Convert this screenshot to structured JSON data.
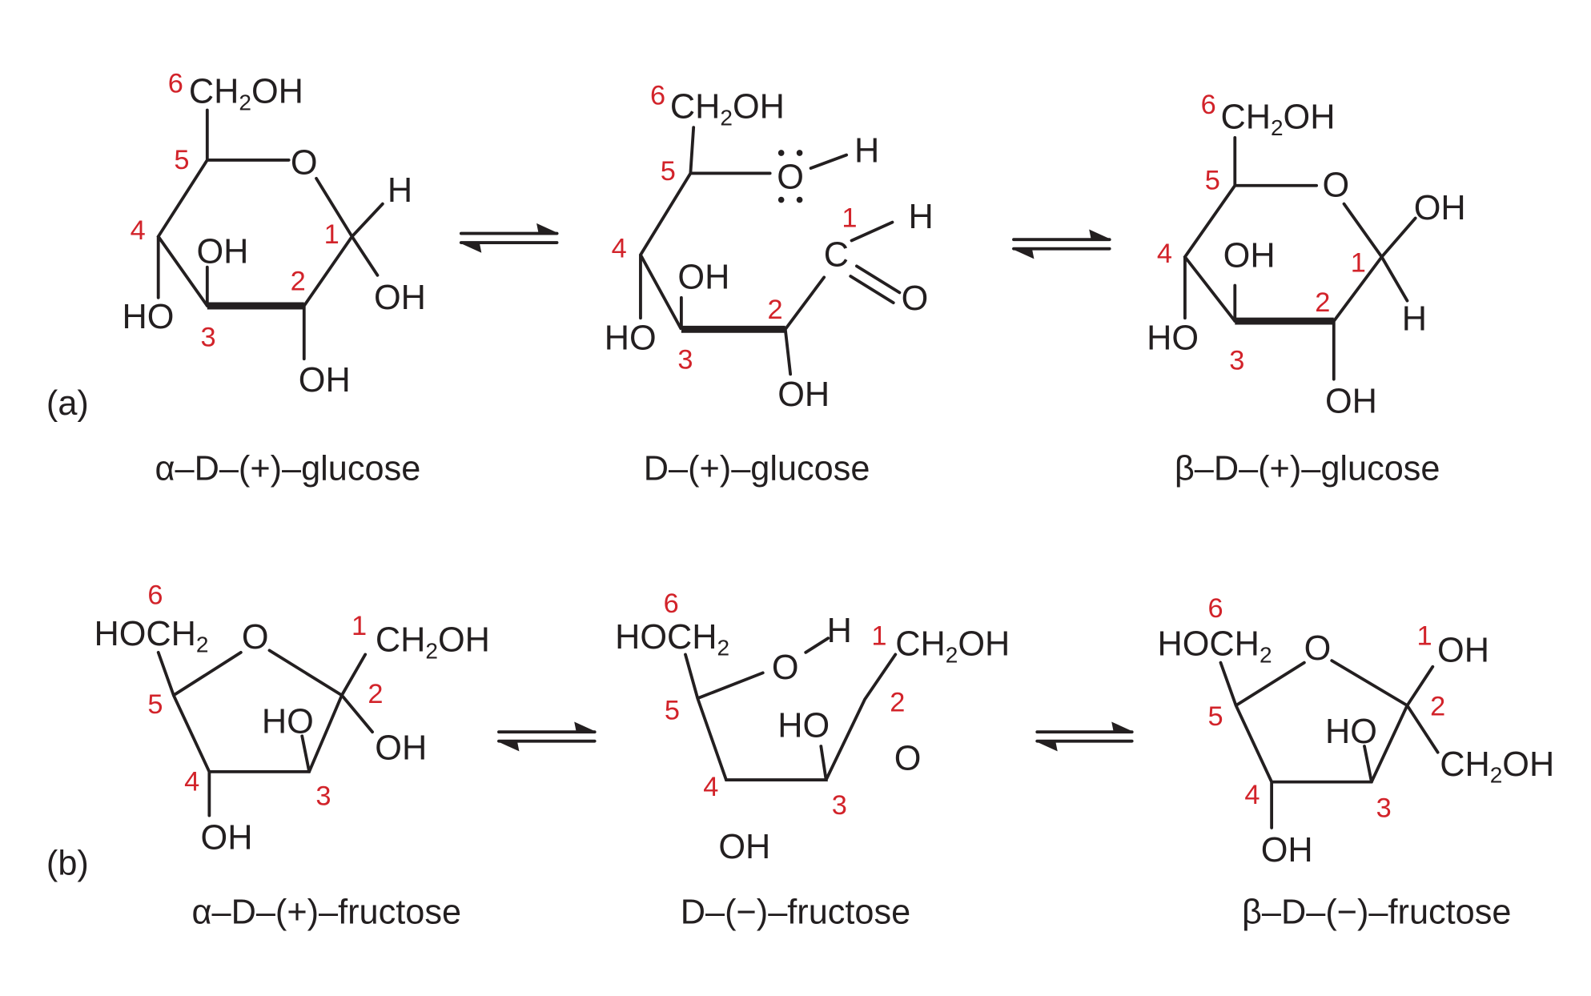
{
  "panels": {
    "a": "(a)",
    "b": "(b)"
  },
  "names": {
    "alpha_glucose": "α–D–(+)–glucose",
    "open_glucose": "D–(+)–glucose",
    "beta_glucose": "β–D–(+)–glucose",
    "alpha_fructose": "α–D–(+)–fructose",
    "open_fructose": "D–(−)–fructose",
    "beta_fructose": "β–D–(−)–fructose"
  },
  "atoms": {
    "O": "O",
    "H": "H",
    "OH": "OH",
    "HO": "HO",
    "C": "C",
    "CH": "CH",
    "HOCH": "HOCH",
    "sub2": "2"
  },
  "numbers": [
    "1",
    "2",
    "3",
    "4",
    "5",
    "6"
  ],
  "colors": {
    "numbering": "#d2232a",
    "bonds": "#231f20"
  }
}
